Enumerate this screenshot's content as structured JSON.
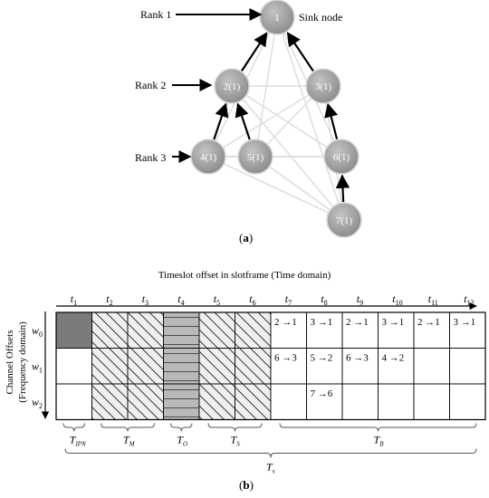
{
  "part_a": {
    "caption": "(a)",
    "rank_labels": [
      "Rank 1",
      "Rank 2",
      "Rank 3"
    ],
    "sink_label": "Sink node",
    "nodes": [
      {
        "id": "n1",
        "label": "1"
      },
      {
        "id": "n2",
        "label": "2(1)"
      },
      {
        "id": "n3",
        "label": "3(1)"
      },
      {
        "id": "n4",
        "label": "4(1)"
      },
      {
        "id": "n5",
        "label": "5(1)"
      },
      {
        "id": "n6",
        "label": "6(1)"
      },
      {
        "id": "n7",
        "label": "7(1)"
      }
    ],
    "links": [
      {
        "from": "n2",
        "to": "n1"
      },
      {
        "from": "n3",
        "to": "n1"
      },
      {
        "from": "n4",
        "to": "n2"
      },
      {
        "from": "n5",
        "to": "n2"
      },
      {
        "from": "n6",
        "to": "n3"
      },
      {
        "from": "n7",
        "to": "n6"
      }
    ]
  },
  "part_b": {
    "caption": "(b)",
    "title": "Timeslot offset in slotframe (Time domain)",
    "y_axis_line1": "Channel Offsets",
    "y_axis_line2": "(Frequency domain)",
    "timeslots": [
      "1",
      "2",
      "3",
      "4",
      "5",
      "6",
      "7",
      "8",
      "9",
      "10",
      "11",
      "12"
    ],
    "channels": [
      "0",
      "1",
      "2"
    ],
    "cells": [
      {
        "slot": 7,
        "channel": 0,
        "text": "2 →1"
      },
      {
        "slot": 8,
        "channel": 0,
        "text": "3 →1"
      },
      {
        "slot": 9,
        "channel": 0,
        "text": "2 →1"
      },
      {
        "slot": 10,
        "channel": 0,
        "text": "3 →1"
      },
      {
        "slot": 11,
        "channel": 0,
        "text": "2 →1"
      },
      {
        "slot": 12,
        "channel": 0,
        "text": "3 →1"
      },
      {
        "slot": 7,
        "channel": 1,
        "text": "6 →3"
      },
      {
        "slot": 8,
        "channel": 1,
        "text": "5 →2"
      },
      {
        "slot": 9,
        "channel": 1,
        "text": "6 →3"
      },
      {
        "slot": 10,
        "channel": 1,
        "text": "4 →2"
      },
      {
        "slot": 8,
        "channel": 2,
        "text": "7 →6"
      }
    ],
    "periods": [
      {
        "main": "T",
        "sub": "IPN"
      },
      {
        "main": "T",
        "sub": "M"
      },
      {
        "main": "T",
        "sub": "O"
      },
      {
        "main": "T",
        "sub": "S"
      },
      {
        "main": "T",
        "sub": "B"
      }
    ],
    "total_period": {
      "main": "T",
      "sub": "s"
    }
  }
}
